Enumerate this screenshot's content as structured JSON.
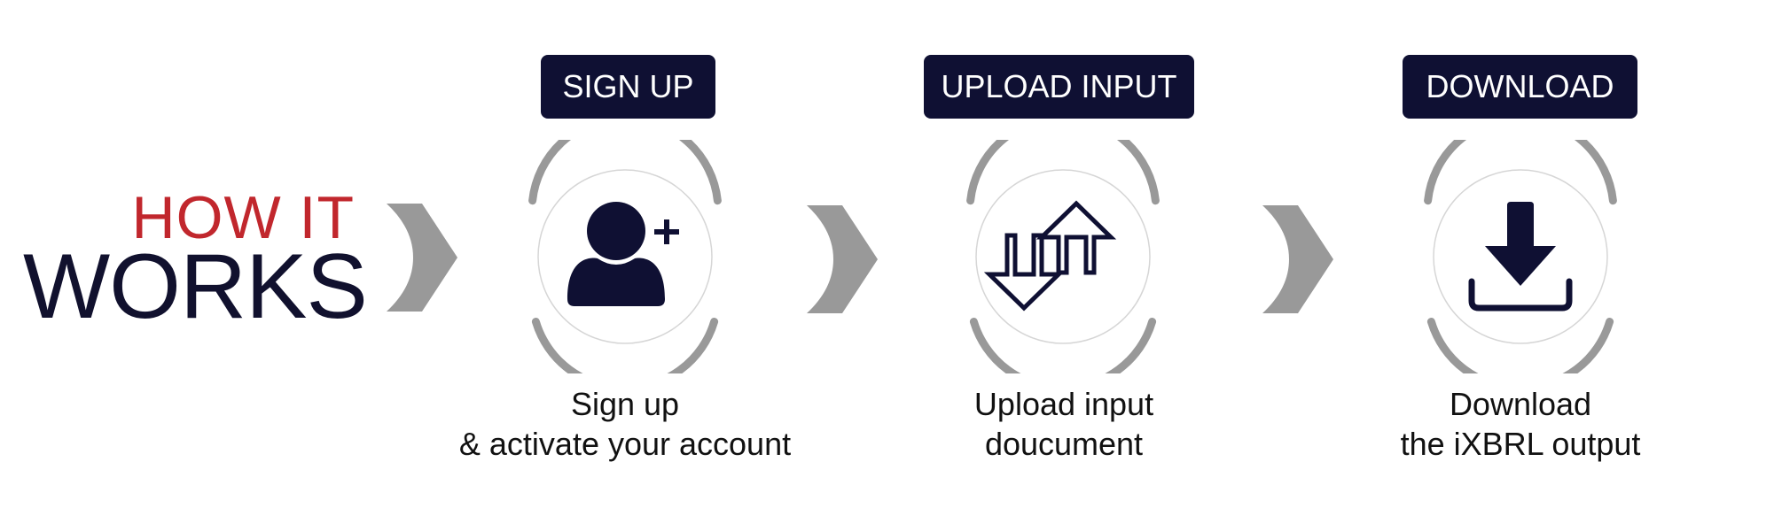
{
  "heading": {
    "line1": "HOW IT",
    "line2": "WORKS"
  },
  "colors": {
    "accent_red": "#c1272d",
    "navy": "#0f1033",
    "gray": "#999999",
    "light_gray": "#d3d3d3"
  },
  "steps": [
    {
      "badge": "SIGN UP",
      "icon": "add-user-icon",
      "caption_line1": "Sign up",
      "caption_line2": "& activate your account"
    },
    {
      "badge": "UPLOAD INPUT",
      "icon": "up-down-arrows-icon",
      "caption_line1": "Upload input",
      "caption_line2": "doucument"
    },
    {
      "badge": "DOWNLOAD",
      "icon": "download-icon",
      "caption_line1": "Download",
      "caption_line2": "the iXBRL output"
    }
  ]
}
